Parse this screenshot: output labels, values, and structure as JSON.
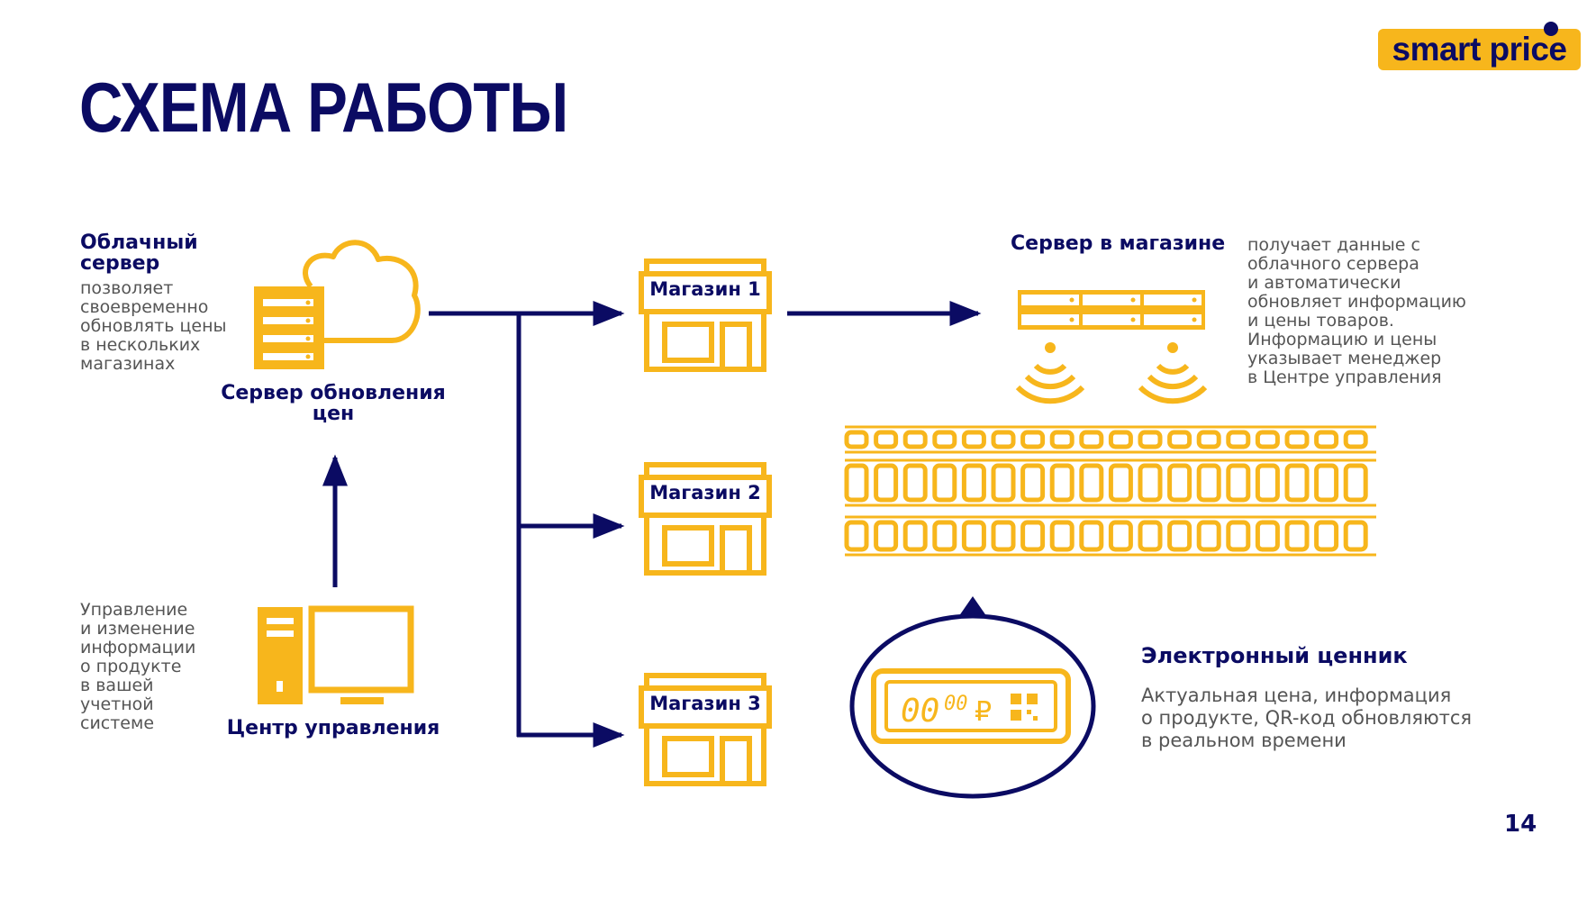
{
  "title": "СХЕМА РАБОТЫ",
  "logo": {
    "text": "smart price",
    "bg_color": "#f7b61c",
    "text_color": "#0b0b63"
  },
  "cloud_server": {
    "heading": "Облачный\nсервер",
    "description": "позволяет\nсвоевременно\nобновлять цены\nв нескольких\nмагазинах",
    "icon_label": "Сервер обновления\nцен",
    "icon": "cloud-server-icon"
  },
  "control_center": {
    "description": "Управление\nи изменение\nинформации\nо продукте\nв вашей\nучетной\nсистеме",
    "icon_label": "Центр управления",
    "icon": "computer-icon"
  },
  "stores": [
    {
      "label": "Магазин 1",
      "icon": "store-icon"
    },
    {
      "label": "Магазин 2",
      "icon": "store-icon"
    },
    {
      "label": "Магазин 3",
      "icon": "store-icon"
    }
  ],
  "store_server": {
    "heading": "Сервер в магазине",
    "description": "получает данные с\nоблачного сервера\nи автоматически\nобновляет информацию\nи цены товаров.\nИнформацию и цены\nуказывает менеджер\nв Центре управления",
    "icon": "server-rack-icon"
  },
  "e_label": {
    "heading": "Электронный ценник",
    "description": "Актуальная цена, информация\nо продукте, QR-код обновляются\nв реальном времени",
    "icon": "price-tag-display-icon"
  },
  "page_number": "14",
  "colors": {
    "accent": "#f7b61c",
    "navy": "#0b0b63",
    "text_gray": "#555555"
  }
}
